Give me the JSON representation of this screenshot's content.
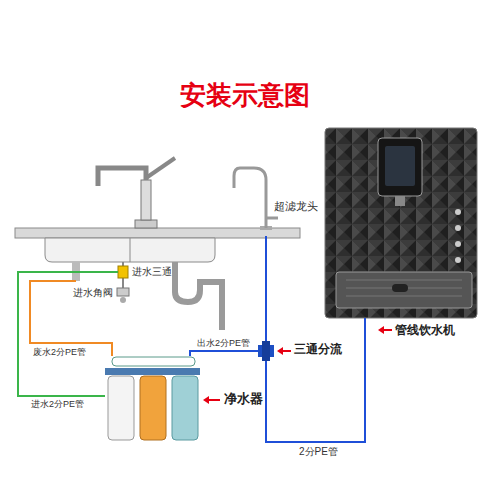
{
  "diagram": {
    "title": "安装示意图",
    "nodes": [
      {
        "text": [
          "超滤龙头"
        ]
      },
      {
        "text": [
          "进水三通"
        ]
      },
      {
        "text": [
          "净水器"
        ]
      },
      {
        "text": [
          "三通分流"
        ]
      },
      {
        "text": [
          "管线饮水机"
        ]
      }
    ],
    "edges": [
      {
        "from": 1,
        "to": 2,
        "arrow": "none",
        "label": "进水2分PE管"
      },
      {
        "from": 2,
        "to": 3,
        "arrow": "none",
        "label": "出水2分PE管"
      },
      {
        "from": 3,
        "to": 0,
        "arrow": "none"
      },
      {
        "from": 3,
        "to": 4,
        "arrow": "none",
        "label": "2分PE管"
      }
    ],
    "labels": [
      "进水角阀",
      "废水2分PE管"
    ]
  }
}
